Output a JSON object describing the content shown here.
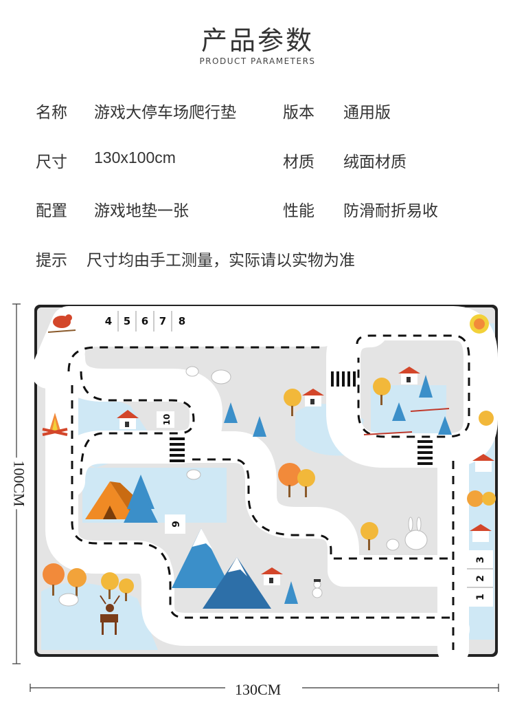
{
  "header": {
    "title": "产品参数",
    "subtitle": "PRODUCT PARAMETERS"
  },
  "params": {
    "name_label": "名称",
    "name_value": "游戏大停车场爬行垫",
    "version_label": "版本",
    "version_value": "通用版",
    "size_label": "尺寸",
    "size_value": "130x100cm",
    "material_label": "材质",
    "material_value": "绒面材质",
    "config_label": "配置",
    "config_value": "游戏地垫一张",
    "feature_label": "性能",
    "feature_value": "防滑耐折易收",
    "tip_label": "提示",
    "tip_value": "尺寸均由手工测量，实际请以实物为准"
  },
  "mat": {
    "parking_numbers_top": [
      "4",
      "5",
      "6",
      "7",
      "8"
    ],
    "parking_numbers_right": [
      "3",
      "2",
      "1"
    ],
    "spot_label_a": "10",
    "spot_label_b": "9",
    "width_label": "130CM",
    "height_label": "100CM",
    "colors": {
      "mat_bg": "#e4e4e4",
      "road": "#ffffff",
      "water": "#cfe8f5",
      "border": "#222222",
      "tent": "#f08a24",
      "mountain": "#3b8fc9",
      "tree_orange": "#f2a33a",
      "roof": "#d3462a"
    }
  }
}
